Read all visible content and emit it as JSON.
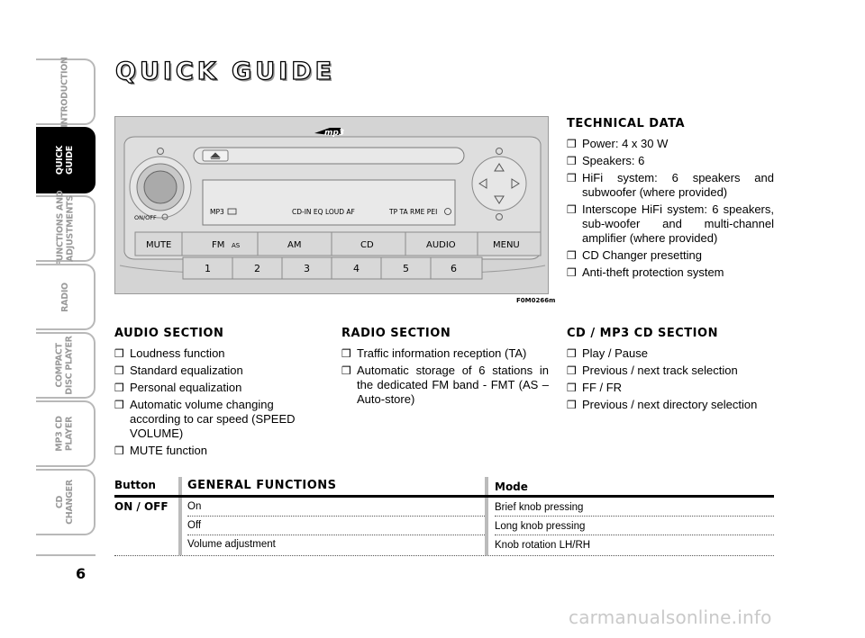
{
  "page": {
    "number": "6",
    "title": "QUICK GUIDE",
    "figure_code": "F0M0266m",
    "watermark": "carmanualsonline.info"
  },
  "tabs": [
    {
      "label": "INTRODUCTION",
      "active": false
    },
    {
      "label": "QUICK\nGUIDE",
      "active": true
    },
    {
      "label": "FUNCTIONS AND\nADJUSTMENTS",
      "active": false
    },
    {
      "label": "RADIO",
      "active": false
    },
    {
      "label": "COMPACT\nDISC PLAYER",
      "active": false
    },
    {
      "label": "MP3 CD\nPLAYER",
      "active": false
    },
    {
      "label": "CD\nCHANGER",
      "active": false
    }
  ],
  "radio": {
    "logo": "mp3",
    "on_off": "ON/OFF",
    "display_left": "MP3",
    "display_mid": "CD-IN  EQ  LOUD  AF",
    "display_right": "TP  TA  RME  PEI",
    "buttons": [
      "MUTE",
      "FM",
      "AM",
      "CD",
      "AUDIO",
      "MENU"
    ],
    "fm_sub": "AS",
    "presets": [
      "1",
      "2",
      "3",
      "4",
      "5",
      "6"
    ]
  },
  "technical_data": {
    "heading": "TECHNICAL DATA",
    "items": [
      "Power: 4 x 30 W",
      "Speakers: 6",
      "HiFi system: 6 speakers and subwoofer (where provided)",
      "Interscope HiFi system: 6 speakers, sub-woofer and multi-channel amplifier (where provided)",
      "CD Changer presetting",
      "Anti-theft protection system"
    ]
  },
  "audio_section": {
    "heading": "AUDIO SECTION",
    "items": [
      "Loudness function",
      "Standard equalization",
      "Personal equalization",
      "Automatic volume changing according to car speed (SPEED VOLUME)",
      "MUTE function"
    ]
  },
  "radio_section": {
    "heading": "RADIO SECTION",
    "items": [
      "Traffic information reception (TA)",
      "Automatic storage of 6 stations in the dedicated FM band - FMT (AS – Auto-store)"
    ]
  },
  "cd_section": {
    "heading": "CD / MP3 CD SECTION",
    "items": [
      "Play / Pause",
      "Previous / next track selection",
      "FF / FR",
      "Previous / next directory selection"
    ]
  },
  "general_functions": {
    "col_button": "Button",
    "col_title": "GENERAL FUNCTIONS",
    "col_mode": "Mode",
    "button_name": "ON / OFF",
    "rows": [
      {
        "function": "On",
        "mode": "Brief knob pressing"
      },
      {
        "function": "Off",
        "mode": "Long knob pressing"
      },
      {
        "function": "Volume adjustment",
        "mode": "Knob rotation LH/RH"
      }
    ]
  }
}
